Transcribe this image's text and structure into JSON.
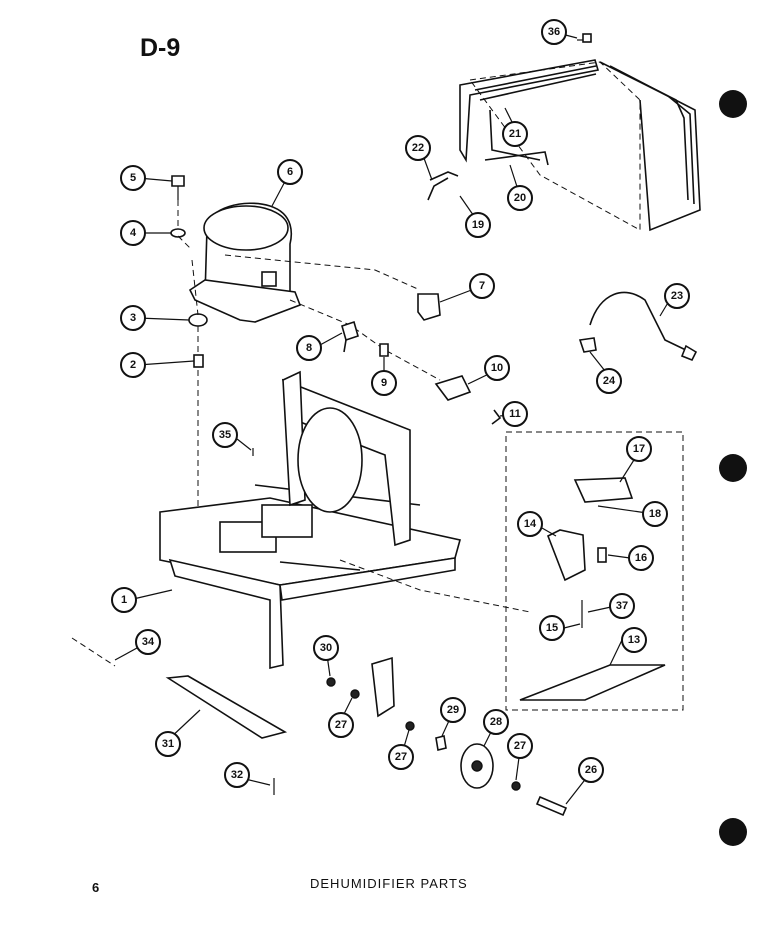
{
  "header": {
    "title": "D-9"
  },
  "footer": {
    "page_number": "6",
    "caption": "DEHUMIDIFIER PARTS"
  },
  "callouts": [
    "36",
    "21",
    "22",
    "20",
    "19",
    "5",
    "6",
    "4",
    "7",
    "3",
    "23",
    "8",
    "2",
    "24",
    "9",
    "10",
    "11",
    "35",
    "17",
    "18",
    "14",
    "16",
    "1",
    "37",
    "15",
    "13",
    "34",
    "30",
    "29",
    "28",
    "27",
    "27",
    "27",
    "26",
    "31",
    "32"
  ]
}
